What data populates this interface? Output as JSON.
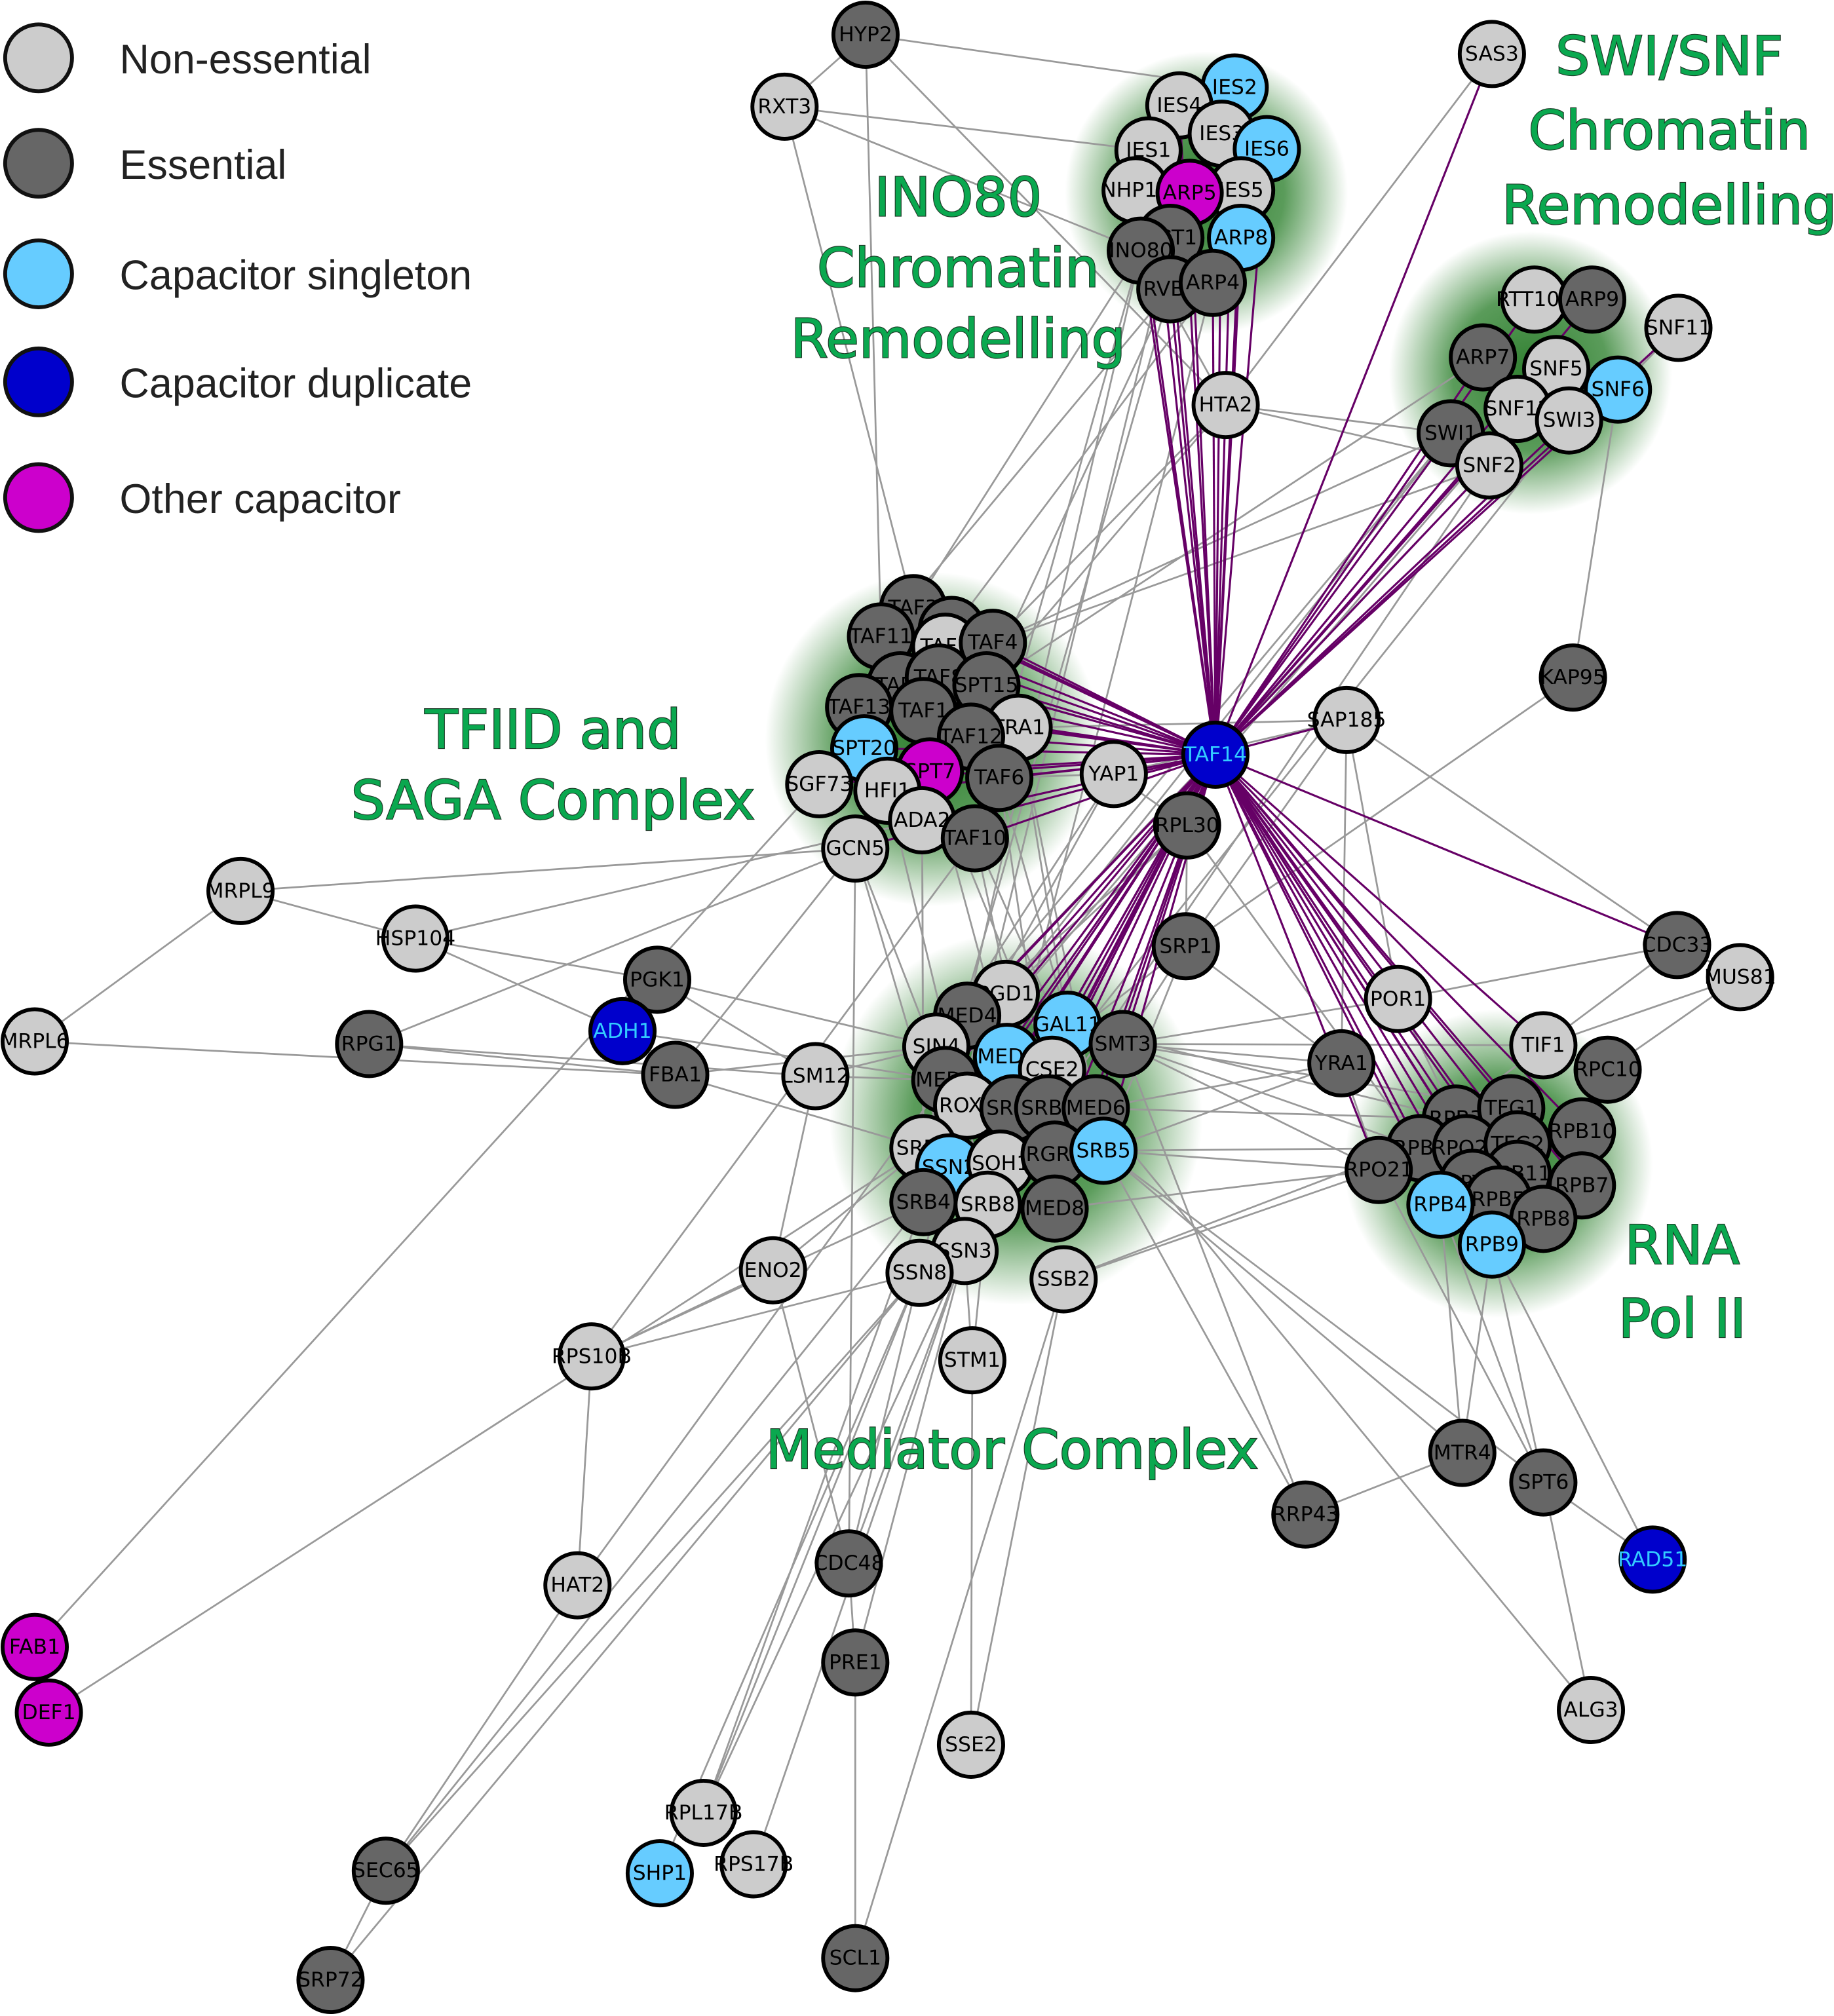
{
  "legend": {
    "items": [
      {
        "label": "Non-essential",
        "category": "non-essential",
        "color": "#cccccc"
      },
      {
        "label": "Essential",
        "category": "essential",
        "color": "#666666"
      },
      {
        "label": "Capacitor singleton",
        "category": "capacitor-singleton",
        "color": "#66ccff"
      },
      {
        "label": "Capacitor duplicate",
        "category": "capacitor-duplicate",
        "color": "#0000cc"
      },
      {
        "label": "Other capacitor",
        "category": "other-capacitor",
        "color": "#cc00cc"
      }
    ]
  },
  "colors": {
    "non-essential": "#cccccc",
    "essential": "#666666",
    "capacitor-singleton": "#66ccff",
    "capacitor-duplicate": "#0000cc",
    "other-capacitor": "#cc00cc",
    "duplicate_label_text": "#33ccff",
    "edge": "#999999",
    "hub_edge": "#660066",
    "cluster_label": "#0aa84f",
    "cluster_glow": "#3a8a3a"
  },
  "clusters": [
    {
      "id": "ino80",
      "label_lines": [
        "INO80",
        "Chromatin",
        "Remodelling"
      ]
    },
    {
      "id": "swisnf",
      "label_lines": [
        "SWI/SNF",
        "Chromatin",
        "Remodelling"
      ]
    },
    {
      "id": "tfiid",
      "label_lines": [
        "TFIID and",
        "SAGA Complex"
      ]
    },
    {
      "id": "mediator",
      "label_lines": [
        "Mediator Complex"
      ]
    },
    {
      "id": "rnapol",
      "label_lines": [
        "RNA",
        "Pol II"
      ]
    }
  ],
  "hub": "TAF14",
  "nodes": [
    {
      "id": "HYP2",
      "cat": "essential"
    },
    {
      "id": "RXT3",
      "cat": "non-essential"
    },
    {
      "id": "SAS3",
      "cat": "non-essential"
    },
    {
      "id": "IES2",
      "cat": "capacitor-singleton",
      "cluster": "ino80"
    },
    {
      "id": "IES4",
      "cat": "non-essential",
      "cluster": "ino80"
    },
    {
      "id": "IES3",
      "cat": "non-essential",
      "cluster": "ino80"
    },
    {
      "id": "IES6",
      "cat": "capacitor-singleton",
      "cluster": "ino80"
    },
    {
      "id": "IES1",
      "cat": "non-essential",
      "cluster": "ino80"
    },
    {
      "id": "NHP10",
      "cat": "non-essential",
      "cluster": "ino80"
    },
    {
      "id": "IES5",
      "cat": "non-essential",
      "cluster": "ino80"
    },
    {
      "id": "ARP5",
      "cat": "other-capacitor",
      "cluster": "ino80"
    },
    {
      "id": "ACT1",
      "cat": "essential",
      "cluster": "ino80"
    },
    {
      "id": "ARP8",
      "cat": "capacitor-singleton",
      "cluster": "ino80"
    },
    {
      "id": "INO80",
      "cat": "essential",
      "cluster": "ino80"
    },
    {
      "id": "RVB1",
      "cat": "essential",
      "cluster": "ino80"
    },
    {
      "id": "ARP4",
      "cat": "essential",
      "cluster": "ino80"
    },
    {
      "id": "HTA2",
      "cat": "non-essential"
    },
    {
      "id": "RTT102",
      "cat": "non-essential",
      "cluster": "swisnf"
    },
    {
      "id": "ARP9",
      "cat": "essential",
      "cluster": "swisnf"
    },
    {
      "id": "SNF11",
      "cat": "non-essential",
      "cluster": "swisnf"
    },
    {
      "id": "ARP7",
      "cat": "essential",
      "cluster": "swisnf"
    },
    {
      "id": "SNF5",
      "cat": "non-essential",
      "cluster": "swisnf"
    },
    {
      "id": "SNF6",
      "cat": "capacitor-singleton",
      "cluster": "swisnf"
    },
    {
      "id": "SNF12",
      "cat": "non-essential",
      "cluster": "swisnf"
    },
    {
      "id": "SWI3",
      "cat": "non-essential",
      "cluster": "swisnf"
    },
    {
      "id": "SWI1",
      "cat": "essential",
      "cluster": "swisnf"
    },
    {
      "id": "SNF2",
      "cat": "non-essential",
      "cluster": "swisnf"
    },
    {
      "id": "KAP95",
      "cat": "essential"
    },
    {
      "id": "TAF3",
      "cat": "essential",
      "cluster": "tfiid"
    },
    {
      "id": "TAF7",
      "cat": "essential",
      "cluster": "tfiid"
    },
    {
      "id": "TAF11",
      "cat": "essential",
      "cluster": "tfiid"
    },
    {
      "id": "TAF2",
      "cat": "non-essential",
      "cluster": "tfiid"
    },
    {
      "id": "TAF4",
      "cat": "essential",
      "cluster": "tfiid"
    },
    {
      "id": "TAF5",
      "cat": "essential",
      "cluster": "tfiid"
    },
    {
      "id": "TAF8",
      "cat": "essential",
      "cluster": "tfiid"
    },
    {
      "id": "SPT15",
      "cat": "essential",
      "cluster": "tfiid"
    },
    {
      "id": "TAF13",
      "cat": "essential",
      "cluster": "tfiid"
    },
    {
      "id": "TAF1",
      "cat": "essential",
      "cluster": "tfiid"
    },
    {
      "id": "TRA1",
      "cat": "non-essential",
      "cluster": "tfiid"
    },
    {
      "id": "TAF12",
      "cat": "essential",
      "cluster": "tfiid"
    },
    {
      "id": "SPT20",
      "cat": "capacitor-singleton",
      "cluster": "tfiid"
    },
    {
      "id": "SPT7",
      "cat": "other-capacitor",
      "cluster": "tfiid"
    },
    {
      "id": "TAF6",
      "cat": "essential",
      "cluster": "tfiid"
    },
    {
      "id": "SGF73",
      "cat": "non-essential",
      "cluster": "tfiid"
    },
    {
      "id": "HFI1",
      "cat": "non-essential",
      "cluster": "tfiid"
    },
    {
      "id": "ADA2",
      "cat": "non-essential",
      "cluster": "tfiid"
    },
    {
      "id": "TAF10",
      "cat": "essential",
      "cluster": "tfiid"
    },
    {
      "id": "GCN5",
      "cat": "non-essential",
      "cluster": "tfiid"
    },
    {
      "id": "YAP1",
      "cat": "non-essential"
    },
    {
      "id": "TAF14",
      "cat": "capacitor-duplicate"
    },
    {
      "id": "SAP185",
      "cat": "non-essential"
    },
    {
      "id": "RPL30",
      "cat": "essential"
    },
    {
      "id": "MRPL9",
      "cat": "non-essential"
    },
    {
      "id": "HSP104",
      "cat": "non-essential"
    },
    {
      "id": "MRPL6",
      "cat": "non-essential"
    },
    {
      "id": "RPG1",
      "cat": "essential"
    },
    {
      "id": "PGK1",
      "cat": "essential"
    },
    {
      "id": "ADH1",
      "cat": "capacitor-duplicate"
    },
    {
      "id": "FBA1",
      "cat": "essential"
    },
    {
      "id": "LSM12",
      "cat": "non-essential"
    },
    {
      "id": "SRP1",
      "cat": "essential"
    },
    {
      "id": "PGD1",
      "cat": "non-essential",
      "cluster": "mediator"
    },
    {
      "id": "MED4",
      "cat": "essential",
      "cluster": "mediator"
    },
    {
      "id": "GAL11",
      "cat": "capacitor-singleton",
      "cluster": "mediator"
    },
    {
      "id": "SIN4",
      "cat": "non-essential",
      "cluster": "mediator"
    },
    {
      "id": "MED1",
      "cat": "capacitor-singleton",
      "cluster": "mediator"
    },
    {
      "id": "SMT3",
      "cat": "essential"
    },
    {
      "id": "CSE2",
      "cat": "non-essential",
      "cluster": "mediator"
    },
    {
      "id": "MED7",
      "cat": "essential",
      "cluster": "mediator"
    },
    {
      "id": "ROX3",
      "cat": "non-essential",
      "cluster": "mediator"
    },
    {
      "id": "SRB6",
      "cat": "essential",
      "cluster": "mediator"
    },
    {
      "id": "SRB7",
      "cat": "essential",
      "cluster": "mediator"
    },
    {
      "id": "MED6",
      "cat": "essential",
      "cluster": "mediator"
    },
    {
      "id": "SRB2",
      "cat": "non-essential",
      "cluster": "mediator"
    },
    {
      "id": "SSN2",
      "cat": "capacitor-singleton",
      "cluster": "mediator"
    },
    {
      "id": "SOH1",
      "cat": "non-essential",
      "cluster": "mediator"
    },
    {
      "id": "RGR1",
      "cat": "essential",
      "cluster": "mediator"
    },
    {
      "id": "SRB5",
      "cat": "capacitor-singleton",
      "cluster": "mediator"
    },
    {
      "id": "SRB4",
      "cat": "essential",
      "cluster": "mediator"
    },
    {
      "id": "SRB8",
      "cat": "non-essential",
      "cluster": "mediator"
    },
    {
      "id": "MED8",
      "cat": "essential",
      "cluster": "mediator"
    },
    {
      "id": "SSN3",
      "cat": "non-essential",
      "cluster": "mediator"
    },
    {
      "id": "SSN8",
      "cat": "non-essential",
      "cluster": "mediator"
    },
    {
      "id": "SSB2",
      "cat": "non-essential"
    },
    {
      "id": "ENO2",
      "cat": "non-essential"
    },
    {
      "id": "STM1",
      "cat": "non-essential"
    },
    {
      "id": "RPS10B",
      "cat": "non-essential"
    },
    {
      "id": "POR1",
      "cat": "non-essential"
    },
    {
      "id": "YRA1",
      "cat": "essential"
    },
    {
      "id": "CDC33",
      "cat": "essential"
    },
    {
      "id": "MUS81",
      "cat": "non-essential"
    },
    {
      "id": "TIF1",
      "cat": "non-essential"
    },
    {
      "id": "RPC10",
      "cat": "essential"
    },
    {
      "id": "RPB3",
      "cat": "essential",
      "cluster": "rnapol"
    },
    {
      "id": "TFG1",
      "cat": "essential",
      "cluster": "rnapol"
    },
    {
      "id": "RPB2",
      "cat": "essential",
      "cluster": "rnapol"
    },
    {
      "id": "RPO26",
      "cat": "essential",
      "cluster": "rnapol"
    },
    {
      "id": "TFG2",
      "cat": "essential",
      "cluster": "rnapol"
    },
    {
      "id": "RPB10",
      "cat": "essential",
      "cluster": "rnapol"
    },
    {
      "id": "RPB11",
      "cat": "essential",
      "cluster": "rnapol"
    },
    {
      "id": "RPO21",
      "cat": "essential",
      "cluster": "rnapol"
    },
    {
      "id": "SPT5",
      "cat": "essential",
      "cluster": "rnapol"
    },
    {
      "id": "RPB5",
      "cat": "essential",
      "cluster": "rnapol"
    },
    {
      "id": "RPB7",
      "cat": "essential",
      "cluster": "rnapol"
    },
    {
      "id": "RPB4",
      "cat": "capacitor-singleton",
      "cluster": "rnapol"
    },
    {
      "id": "RPB8",
      "cat": "essential",
      "cluster": "rnapol"
    },
    {
      "id": "RPB9",
      "cat": "capacitor-singleton",
      "cluster": "rnapol"
    },
    {
      "id": "MTR4",
      "cat": "essential"
    },
    {
      "id": "SPT6",
      "cat": "essential"
    },
    {
      "id": "RRP43",
      "cat": "essential"
    },
    {
      "id": "RAD51",
      "cat": "capacitor-duplicate"
    },
    {
      "id": "HAT2",
      "cat": "non-essential"
    },
    {
      "id": "CDC48",
      "cat": "essential"
    },
    {
      "id": "FAB1",
      "cat": "other-capacitor"
    },
    {
      "id": "DEF1",
      "cat": "other-capacitor"
    },
    {
      "id": "PRE1",
      "cat": "essential"
    },
    {
      "id": "SSE2",
      "cat": "non-essential"
    },
    {
      "id": "ALG3",
      "cat": "non-essential"
    },
    {
      "id": "RPL17B",
      "cat": "non-essential"
    },
    {
      "id": "RPS17B",
      "cat": "non-essential"
    },
    {
      "id": "SHP1",
      "cat": "capacitor-singleton"
    },
    {
      "id": "SEC65",
      "cat": "essential"
    },
    {
      "id": "SCL1",
      "cat": "essential"
    },
    {
      "id": "SRP72",
      "cat": "essential"
    }
  ],
  "edges": [
    [
      "HYP2",
      "IES2"
    ],
    [
      "HYP2",
      "RXT3"
    ],
    [
      "RXT3",
      "IES1"
    ],
    [
      "RXT3",
      "INO80"
    ],
    [
      "HYP2",
      "HTA2"
    ],
    [
      "SAS3",
      "HTA2"
    ],
    [
      "HTA2",
      "SNF2"
    ],
    [
      "HTA2",
      "SWI1"
    ],
    [
      "HTA2",
      "INO80"
    ],
    [
      "HTA2",
      "TAF4"
    ],
    [
      "HTA2",
      "SPT15"
    ],
    [
      "SNF11",
      "SNF6"
    ],
    [
      "SNF6",
      "KAP95"
    ],
    [
      "KAP95",
      "SRP1"
    ],
    [
      "SAP185",
      "CDC33"
    ],
    [
      "SAP185",
      "YRA1"
    ],
    [
      "SAP185",
      "POR1"
    ],
    [
      "SAP185",
      "SRP1"
    ],
    [
      "MRPL9",
      "MRPL6"
    ],
    [
      "MRPL9",
      "HSP104"
    ],
    [
      "MRPL9",
      "GCN5"
    ],
    [
      "HSP104",
      "PGK1"
    ],
    [
      "HSP104",
      "ADH1"
    ],
    [
      "HSP104",
      "ADA2"
    ],
    [
      "MRPL6",
      "FBA1"
    ],
    [
      "RPG1",
      "FBA1"
    ],
    [
      "RPG1",
      "LSM12"
    ],
    [
      "RPG1",
      "GCN5"
    ],
    [
      "PGK1",
      "LSM12"
    ],
    [
      "PGK1",
      "SIN4"
    ],
    [
      "ADH1",
      "MED7"
    ],
    [
      "FBA1",
      "SIN4"
    ],
    [
      "FBA1",
      "SRB2"
    ],
    [
      "FBA1",
      "GCN5"
    ],
    [
      "LSM12",
      "ENO2"
    ],
    [
      "LSM12",
      "SIN4"
    ],
    [
      "LSM12",
      "MED7"
    ],
    [
      "ENO2",
      "RPS10B"
    ],
    [
      "ENO2",
      "SRB2"
    ],
    [
      "ENO2",
      "CDC48"
    ],
    [
      "RPS10B",
      "TAF10"
    ],
    [
      "RPS10B",
      "HAT2"
    ],
    [
      "RPS10B",
      "SRB4"
    ],
    [
      "RPS10B",
      "SSN8"
    ],
    [
      "HAT2",
      "SEC65"
    ],
    [
      "HAT2",
      "MED7"
    ],
    [
      "SEC65",
      "SRP72"
    ],
    [
      "SEC65",
      "SSN8"
    ],
    [
      "SEC65",
      "SRB4"
    ],
    [
      "SRP72",
      "SSN8"
    ],
    [
      "FAB1",
      "SGF73"
    ],
    [
      "DEF1",
      "SRB2"
    ],
    [
      "CDC48",
      "PRE1"
    ],
    [
      "CDC48",
      "SSN8"
    ],
    [
      "CDC48",
      "SSN3"
    ],
    [
      "CDC48",
      "GCN5"
    ],
    [
      "PRE1",
      "SCL1"
    ],
    [
      "PRE1",
      "SSN3"
    ],
    [
      "SCL1",
      "SSB2"
    ],
    [
      "RPL17B",
      "SSN8"
    ],
    [
      "RPL17B",
      "SSN3"
    ],
    [
      "RPL17B",
      "SRB4"
    ],
    [
      "RPS17B",
      "SSN3"
    ],
    [
      "SHP1",
      "SSN8"
    ],
    [
      "SSE2",
      "STM1"
    ],
    [
      "SSE2",
      "SSB2"
    ],
    [
      "STM1",
      "SSN3"
    ],
    [
      "STM1",
      "SRB8"
    ],
    [
      "ALG3",
      "SPT6"
    ],
    [
      "ALG3",
      "MED6"
    ],
    [
      "RAD51",
      "SPT6"
    ],
    [
      "RAD51",
      "RPB9"
    ],
    [
      "SPT6",
      "RPB4"
    ],
    [
      "SPT6",
      "RPB9"
    ],
    [
      "SPT6",
      "SRB5"
    ],
    [
      "SPT6",
      "RPO21"
    ],
    [
      "MTR4",
      "RRP43"
    ],
    [
      "MTR4",
      "RPB9"
    ],
    [
      "MTR4",
      "SRB5"
    ],
    [
      "MTR4",
      "RPB4"
    ],
    [
      "RRP43",
      "SRB5"
    ],
    [
      "RRP43",
      "SMT3"
    ],
    [
      "CDC33",
      "MUS81"
    ],
    [
      "CDC33",
      "POR1"
    ],
    [
      "CDC33",
      "TIF1"
    ],
    [
      "MUS81",
      "RPC10"
    ],
    [
      "MUS81",
      "TIF1"
    ],
    [
      "RPC10",
      "RPB10"
    ],
    [
      "TIF1",
      "SMT3"
    ],
    [
      "TIF1",
      "RPO21"
    ],
    [
      "POR1",
      "SMT3"
    ],
    [
      "POR1",
      "RPB3"
    ],
    [
      "YRA1",
      "SMT3"
    ],
    [
      "YRA1",
      "RPO21"
    ],
    [
      "YRA1",
      "SRB5"
    ],
    [
      "YRA1",
      "MED6"
    ],
    [
      "SRP1",
      "SMT3"
    ],
    [
      "SRP1",
      "RPL30"
    ],
    [
      "SRP1",
      "SRB5"
    ],
    [
      "SRP1",
      "YRA1"
    ],
    [
      "SRP1",
      "SRB2"
    ],
    [
      "RPL30",
      "MED4"
    ],
    [
      "RPL30",
      "PGD1"
    ],
    [
      "RPL30",
      "YAP1"
    ],
    [
      "RPL30",
      "RPB2"
    ],
    [
      "YAP1",
      "SIN4"
    ],
    [
      "YAP1",
      "MED7"
    ],
    [
      "YAP1",
      "TAF6"
    ],
    [
      "YAP1",
      "SAP185"
    ],
    [
      "TRA1",
      "GAL11"
    ],
    [
      "TRA1",
      "SRB5"
    ],
    [
      "TRA1",
      "SAP185"
    ],
    [
      "TAF10",
      "MED6"
    ],
    [
      "TAF10",
      "MED8"
    ],
    [
      "ADA2",
      "SRB4"
    ],
    [
      "ADA2",
      "SRB2"
    ],
    [
      "GCN5",
      "SSN2"
    ],
    [
      "GCN5",
      "MED7"
    ],
    [
      "HFI1",
      "SRB8"
    ],
    [
      "SPT7",
      "MED1"
    ],
    [
      "SPT7",
      "CSE2"
    ],
    [
      "TAF6",
      "RGR1"
    ],
    [
      "TAF6",
      "SRB5"
    ],
    [
      "SMT3",
      "RPO21"
    ],
    [
      "SMT3",
      "RPB2"
    ],
    [
      "SMT3",
      "TFG1"
    ],
    [
      "SRB5",
      "RPO21"
    ],
    [
      "SRB5",
      "RPB2"
    ],
    [
      "MED6",
      "RPB3"
    ],
    [
      "MED8",
      "RPO21"
    ],
    [
      "GAL11",
      "RPB3"
    ],
    [
      "SSB2",
      "RPO21"
    ],
    [
      "SSB2",
      "TFG1"
    ],
    [
      "TAF4",
      "SNF2"
    ],
    [
      "TAF4",
      "SWI1"
    ],
    [
      "SPT15",
      "ARP7"
    ],
    [
      "TAF7",
      "ARP4"
    ],
    [
      "TAF3",
      "INO80"
    ],
    [
      "TAF11",
      "RVB1"
    ],
    [
      "TAF11",
      "HYP2"
    ],
    [
      "TAF3",
      "RXT3"
    ],
    [
      "PGD1",
      "SWI1"
    ],
    [
      "MED4",
      "SNF2"
    ],
    [
      "SIN4",
      "SWI1"
    ],
    [
      "SIN4",
      "SNF2"
    ],
    [
      "MED7",
      "SNF5"
    ],
    [
      "CSE2",
      "SWI3"
    ],
    [
      "SRB4",
      "INO80"
    ],
    [
      "SRB2",
      "RVB1"
    ],
    [
      "SSN3",
      "ARP4"
    ],
    [
      "SSN8",
      "ACT1"
    ],
    [
      "SRB8",
      "SNF2"
    ],
    [
      "TAF10",
      "INO80"
    ],
    [
      "ADA2",
      "RVB1"
    ]
  ]
}
